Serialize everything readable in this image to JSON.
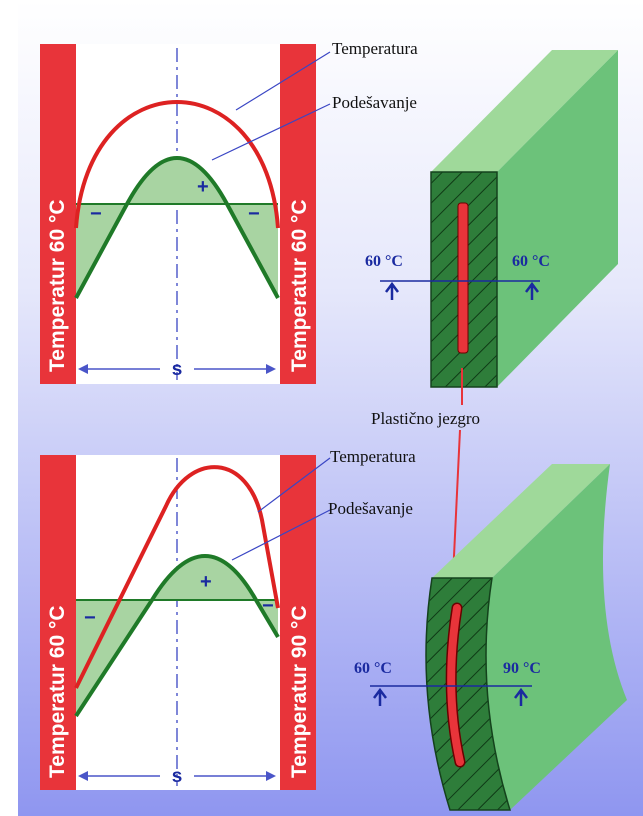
{
  "panels": [
    {
      "id": "top",
      "left_wall_label": "Temperatur 60 °C",
      "right_wall_label": "Temperatur 60 °C",
      "callout_temperature": "Temperatura",
      "callout_adjustment": "Podešavanje",
      "plus": "+",
      "minus_left": "−",
      "minus_right": "−",
      "dimension": "s",
      "block_left_temp": "60 °C",
      "block_right_temp": "60 °C"
    },
    {
      "id": "bottom",
      "left_wall_label": "Temperatur 60 °C",
      "right_wall_label": "Temperatur 90 °C",
      "callout_temperature": "Temperatura",
      "callout_adjustment": "Podešavanje",
      "plus": "+",
      "minus_left": "−",
      "minus_right": "−",
      "dimension": "s",
      "block_left_temp": "60 °C",
      "block_right_temp": "90 °C"
    }
  ],
  "core_label": "Plastično jezgro",
  "colors": {
    "wall": "#e8343a",
    "temperature_curve": "#dd2222",
    "adjustment_curve": "#1f7a28",
    "adjustment_fill": "#a8d4a2",
    "block_front": "#2e7d3a",
    "block_side": "#6cc27a",
    "block_top": "#9fd99a",
    "label_blue": "#1a2aa0",
    "background_top": "#ffffff",
    "background_bottom": "#8f96f0"
  }
}
